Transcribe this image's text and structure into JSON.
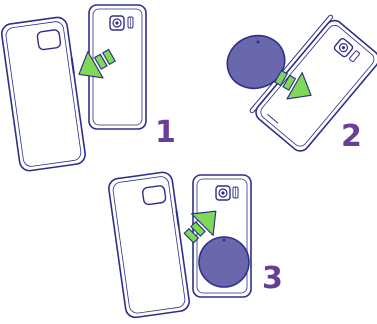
{
  "steps": [
    {
      "number": "1"
    },
    {
      "number": "2"
    },
    {
      "number": "3"
    }
  ],
  "colors": {
    "outline": "#2e2f8a",
    "arrow_fill": "#7ed957",
    "disc_fill": "#6a67ad",
    "number": "#6a3d96",
    "background": "#ffffff"
  },
  "icons": {
    "phone_case": "phone-case-icon",
    "phone": "phone-icon",
    "arrow": "green-arrow-icon",
    "disc": "metal-plate-disc-icon"
  }
}
